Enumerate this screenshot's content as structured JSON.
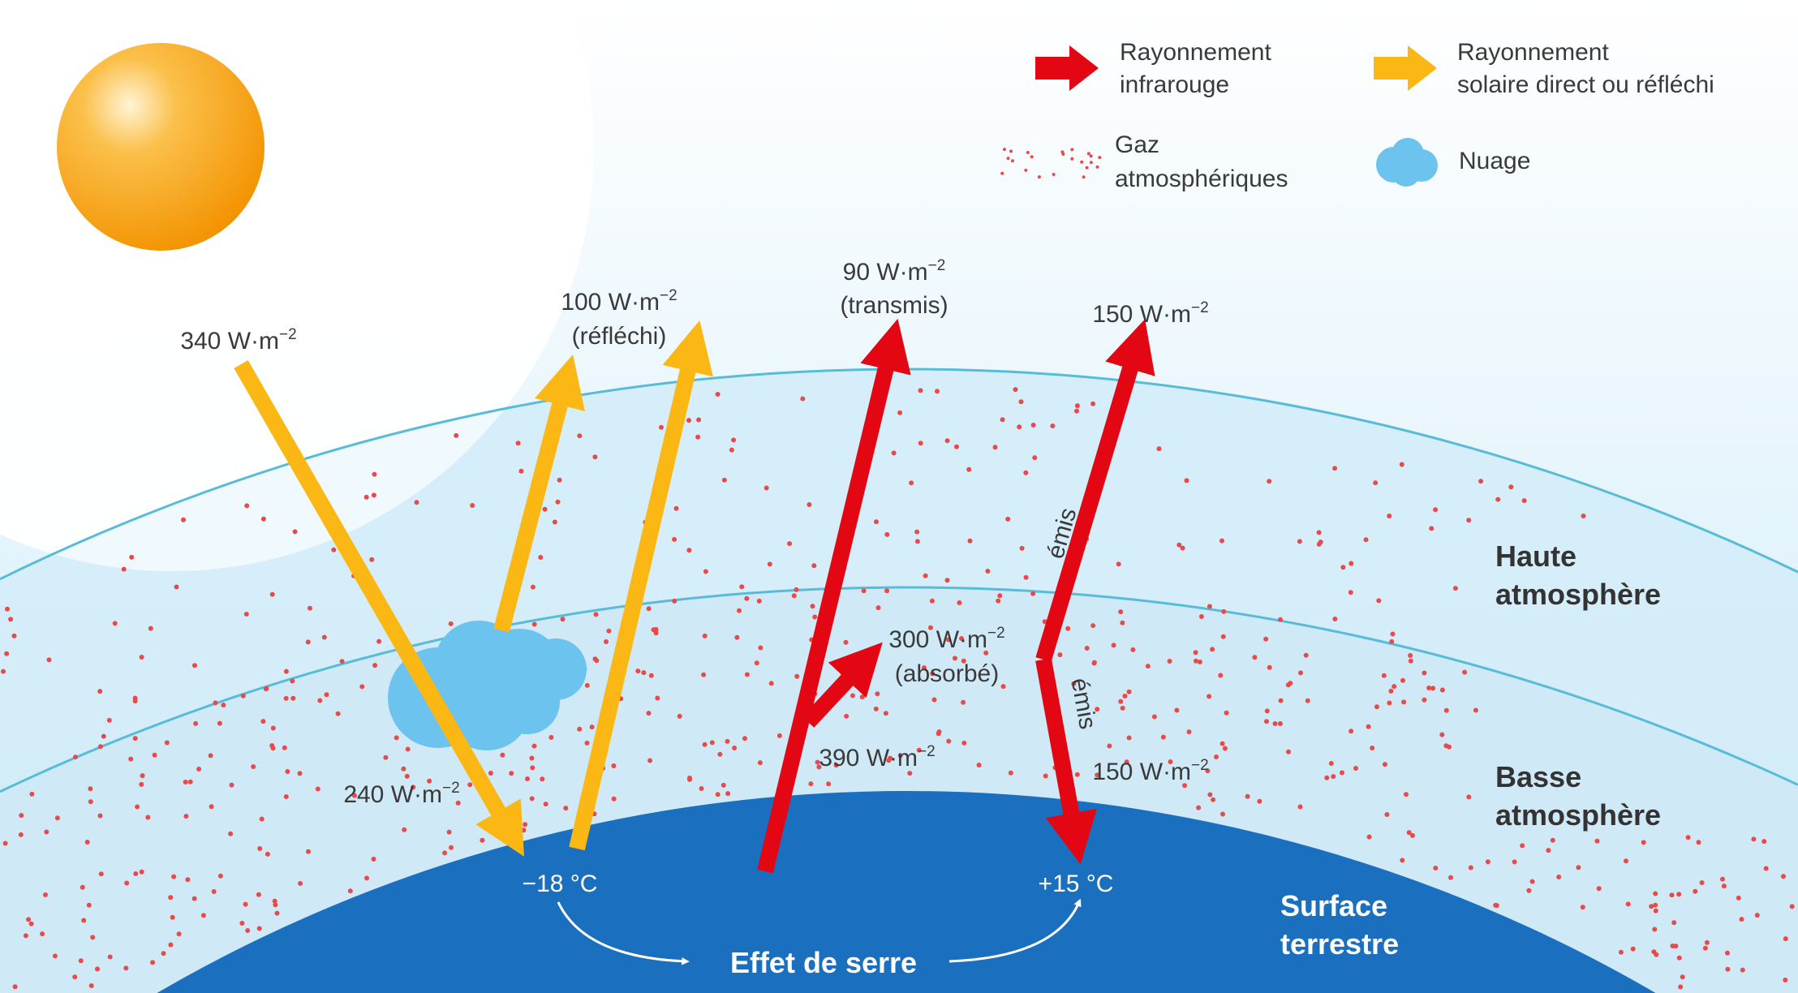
{
  "legend": {
    "infrared": {
      "line1": "Rayonnement",
      "line2": "infrarouge"
    },
    "solar": {
      "line1": "Rayonnement",
      "line2": "solaire direct ou réfléchi"
    },
    "gas": {
      "line1": "Gaz",
      "line2": "atmosphériques"
    },
    "cloud": {
      "line1": "Nuage"
    }
  },
  "labels": {
    "incoming": {
      "value": "340 W·m",
      "exp": "−2"
    },
    "reflected": {
      "value": "100 W·m",
      "exp": "−2",
      "note": "(réfléchi)"
    },
    "transmitted": {
      "value": "90 W·m",
      "exp": "−2",
      "note": "(transmis)"
    },
    "emitted_up": {
      "value": "150 W·m",
      "exp": "−2"
    },
    "absorbed": {
      "value": "300 W·m",
      "exp": "−2",
      "note": "(absorbé)"
    },
    "surface_emission": {
      "value": "390 W·m",
      "exp": "−2"
    },
    "emitted_down": {
      "value": "150 W·m",
      "exp": "−2"
    },
    "surface_absorbed": {
      "value": "240 W·m",
      "exp": "−2"
    },
    "emis_up": "émis",
    "emis_down": "émis",
    "temp_without": "−18 °C",
    "temp_with": "+15 °C",
    "effect": "Effet de serre"
  },
  "layers": {
    "upper": {
      "line1": "Haute",
      "line2": "atmosphère"
    },
    "lower": {
      "line1": "Basse",
      "line2": "atmosphère"
    },
    "surface": {
      "line1": "Surface",
      "line2": "terrestre"
    }
  },
  "colors": {
    "infrared": "#e30613",
    "solar": "#fbb814",
    "gas": "#e84a4a",
    "cloud": "#6cc3ee",
    "surface": "#1a6fbf",
    "sun": "#f7a21b"
  }
}
